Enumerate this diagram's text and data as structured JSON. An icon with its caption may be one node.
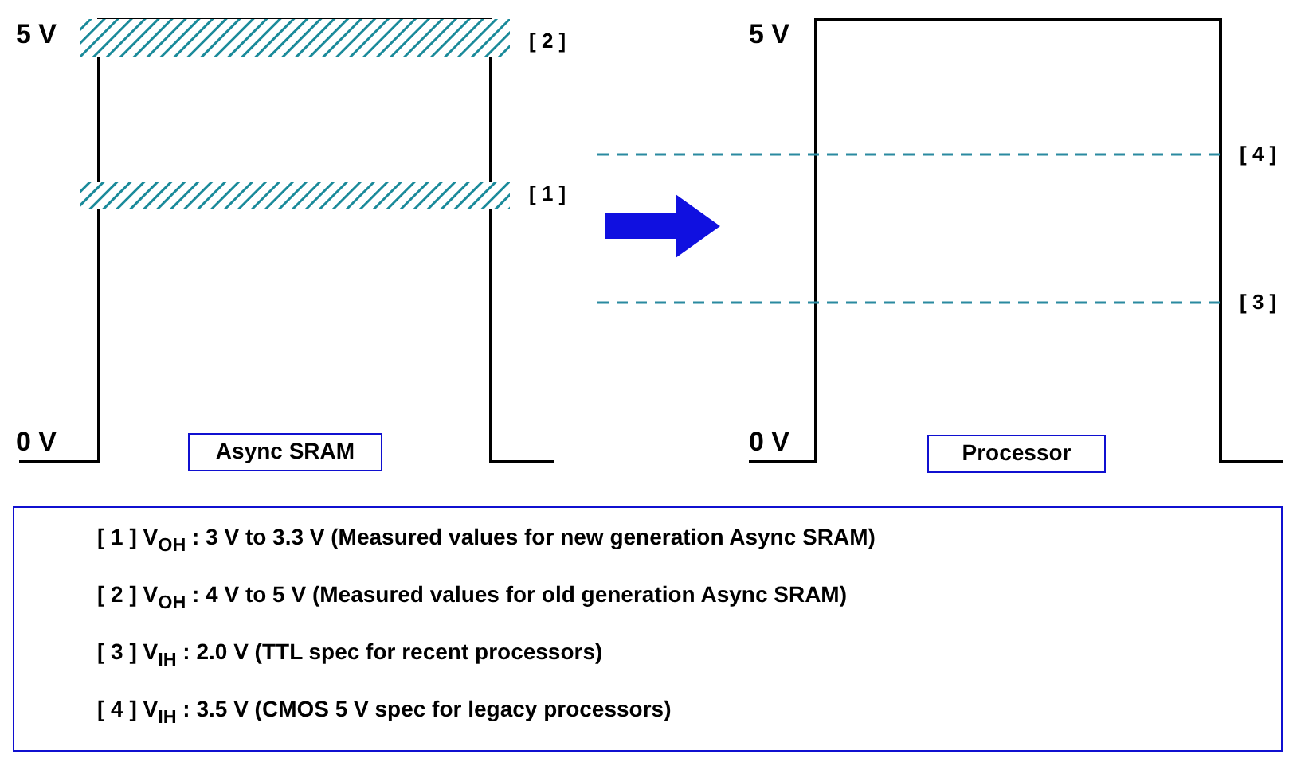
{
  "diagram": {
    "nodes": [
      {
        "text": [
          "Async SRAM"
        ]
      },
      {
        "text": [
          "Processor"
        ]
      },
      {
        "text": [
          "[ 1 ]  V$_{OH}$ :  3 V to 3.3 V (Measured values for new generation Async SRAM)",
          "[ 2 ]  V$_{OH}$ :  4 V to 5 V (Measured values for old generation Async SRAM)",
          "[ 3 ]  V$_{IH}$ :  2.0 V (TTL spec for recent processors)",
          "[ 4 ]  V$_{IH}$ :  3.5 V (CMOS 5 V spec for legacy processors)"
        ]
      }
    ],
    "labels": [
      "5 V",
      "[ 2 ]",
      "5 V",
      "[ 4 ]",
      "[ 1 ]",
      "[ 3 ]",
      "0 V",
      "0 V"
    ]
  }
}
